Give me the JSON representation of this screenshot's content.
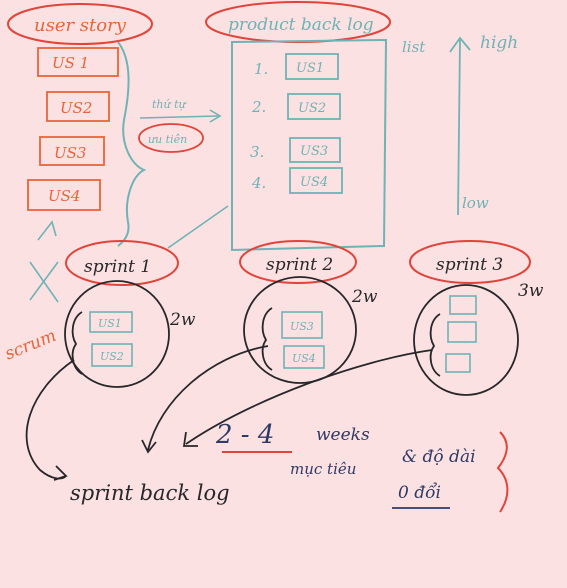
{
  "colors": {
    "background": "#fbe1e1",
    "orange": "#e8653a",
    "red": "#e0443a",
    "teal": "#6fb3b6",
    "dark": "#27272b",
    "blue_dark": "#2f3a66"
  },
  "user_story": {
    "title": "user story",
    "items": [
      "US 1",
      "US2",
      "US3",
      "US4"
    ]
  },
  "product_backlog": {
    "title": "product back log",
    "items": [
      {
        "number": "1.",
        "label": "US1"
      },
      {
        "number": "2.",
        "label": "US2"
      },
      {
        "number": "3.",
        "label": "US3"
      },
      {
        "number": "4.",
        "label": "US4"
      }
    ],
    "list_label": "list",
    "priority_high": "high",
    "priority_low": "low"
  },
  "middle_notes": {
    "note_top": "thứ tự",
    "note_circled": "ưu tiên"
  },
  "sprints": [
    {
      "name": "sprint 1",
      "duration": "2w",
      "stories": [
        "US1",
        "US2"
      ]
    },
    {
      "name": "sprint 2",
      "duration": "2w",
      "stories": [
        "US3",
        "US4"
      ]
    },
    {
      "name": "sprint 3",
      "duration": "3w",
      "stories": [
        "",
        "",
        ""
      ]
    }
  ],
  "scrum_label": "scrum",
  "sprint_backlog_label": "sprint back log",
  "notes": {
    "range": "2 - 4",
    "weeks": "weeks",
    "target": "mục tiêu",
    "and_length": "& độ dài",
    "zero_change": "0 đổi"
  }
}
